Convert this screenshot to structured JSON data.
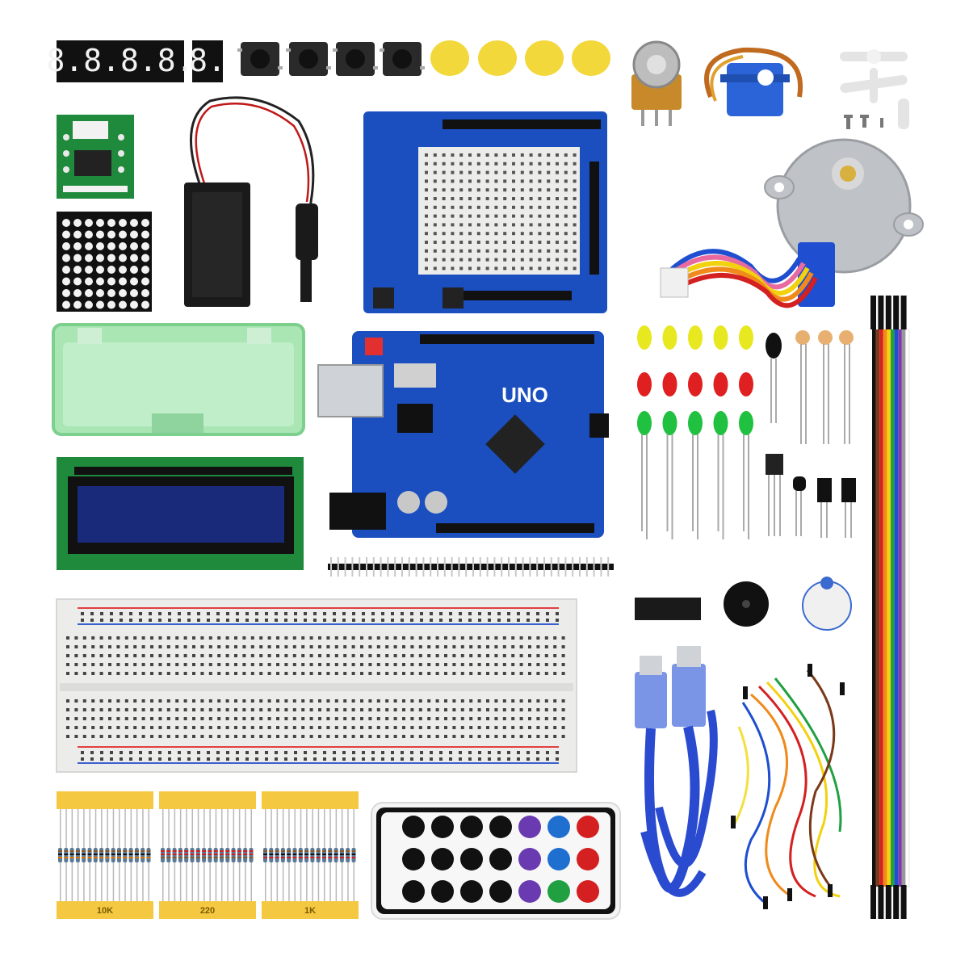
{
  "board": {
    "model": "UNO"
  },
  "resistor_strips": [
    {
      "value": "10K",
      "band_colors": [
        "#8a5a2b",
        "#111111",
        "#e07000"
      ]
    },
    {
      "value": "220",
      "band_colors": [
        "#cc2222",
        "#cc2222",
        "#8a5a2b"
      ]
    },
    {
      "value": "1K",
      "band_colors": [
        "#8a5a2b",
        "#111111",
        "#cc2222"
      ]
    }
  ],
  "seven_segment": {
    "four_digit": "8.8.8.8.",
    "one_digit": "8."
  },
  "colors": {
    "pcb_blue": "#1b4fbf",
    "pcb_green": "#1f8a3c",
    "breadboard": "#ececea",
    "case_green": "#a9e6b4",
    "lcd_blue": "#1a2a7a",
    "cap_yellow": "#f2d83a",
    "resistor_tape": "#f5c842"
  },
  "ribbon_wire_colors": [
    "#111111",
    "#7a3a1a",
    "#d42020",
    "#f08a1a",
    "#f2d10f",
    "#20a040",
    "#1f4fd0",
    "#7a3ab0",
    "#999999",
    "#ffffff"
  ],
  "led_colors": {
    "yellow": "#e8e820",
    "red": "#e02020",
    "green": "#20c040"
  },
  "remote_button_rows": [
    {
      "colors": [
        "#111111",
        "#111111",
        "#111111",
        "#111111",
        "#6a3ab0",
        "#1f6fd0",
        "#d42020"
      ]
    },
    {
      "colors": [
        "#111111",
        "#111111",
        "#111111",
        "#111111",
        "#6a3ab0",
        "#1f6fd0",
        "#d42020"
      ]
    },
    {
      "colors": [
        "#111111",
        "#111111",
        "#111111",
        "#111111",
        "#6a3ab0",
        "#20a040",
        "#d42020"
      ]
    }
  ]
}
